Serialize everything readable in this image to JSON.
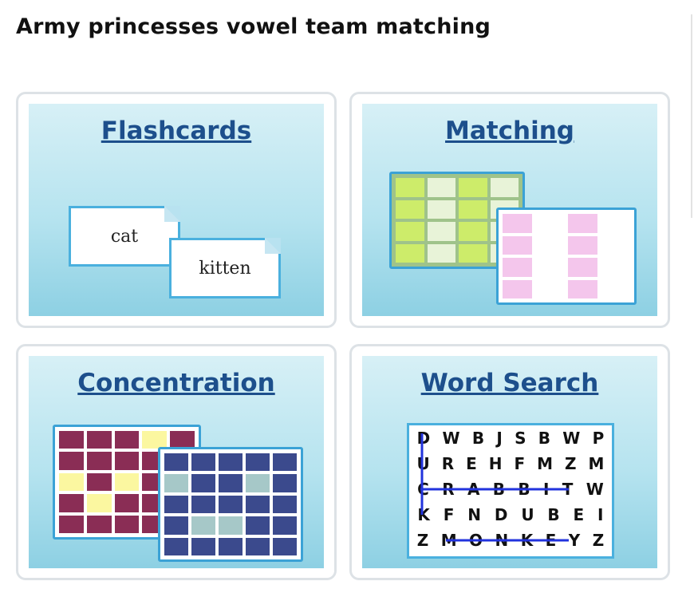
{
  "page": {
    "title": "Army princesses vowel team matching"
  },
  "activities": [
    {
      "title": "Flashcards"
    },
    {
      "title": "Matching"
    },
    {
      "title": "Concentration"
    },
    {
      "title": "Word Search"
    }
  ],
  "flashcards": {
    "card1": "cat",
    "card2": "kitten"
  },
  "word_search": {
    "rows": [
      [
        "D",
        "W",
        "B",
        "J",
        "S",
        "B",
        "W",
        "P"
      ],
      [
        "U",
        "R",
        "E",
        "H",
        "F",
        "M",
        "Z",
        "M"
      ],
      [
        "C",
        "R",
        "A",
        "B",
        "B",
        "I",
        "T",
        "W"
      ],
      [
        "K",
        "F",
        "N",
        "D",
        "U",
        "B",
        "E",
        "I"
      ],
      [
        "Z",
        "M",
        "O",
        "N",
        "K",
        "E",
        "Y",
        "Z"
      ]
    ]
  },
  "colors": {
    "accent_link": "#1d4f8c",
    "matching_green": "#cdec6a",
    "matching_pink": "#f4c6ec",
    "concentration_maroon": "#8a2d55",
    "concentration_navy": "#3b4a8d",
    "search_line": "#2233dd"
  }
}
